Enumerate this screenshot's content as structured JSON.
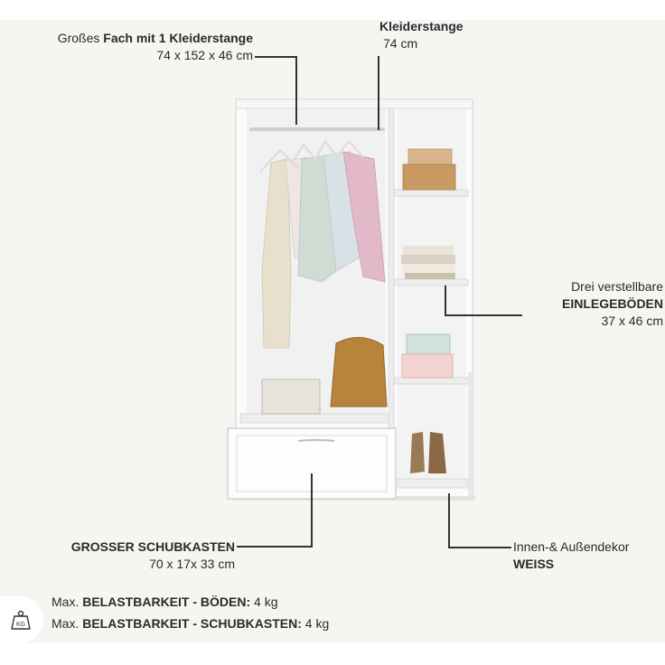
{
  "callouts": {
    "fach": {
      "prefix": "Großes ",
      "bold": "Fach mit 1 Kleiderstange",
      "dims": "74 x 152 x 46 cm"
    },
    "stange": {
      "bold": "Kleiderstange",
      "dims": "74 cm"
    },
    "boeden": {
      "line1": "Drei verstellbare",
      "bold": "EINLEGEBÖDEN",
      "dims": "37 x 46 cm"
    },
    "schubkasten": {
      "bold": "GROSSER SCHUBKASTEN",
      "dims": "70 x 17x 33 cm"
    },
    "dekor": {
      "line1": "Innen-& Außendekor",
      "bold": "WEISS"
    }
  },
  "load": {
    "icon_label": "KG",
    "row1": {
      "prefix": "Max. ",
      "bold": "BELASTBARKEIT - BÖDEN:",
      "value": " 4 kg"
    },
    "row2": {
      "prefix": "Max. ",
      "bold": "BELASTBARKEIT - SCHUBKASTEN:",
      "value": " 4 kg"
    }
  },
  "colors": {
    "background": "#f7f5f1",
    "wardrobe": "#ffffff",
    "text": "#2a2a2a"
  }
}
